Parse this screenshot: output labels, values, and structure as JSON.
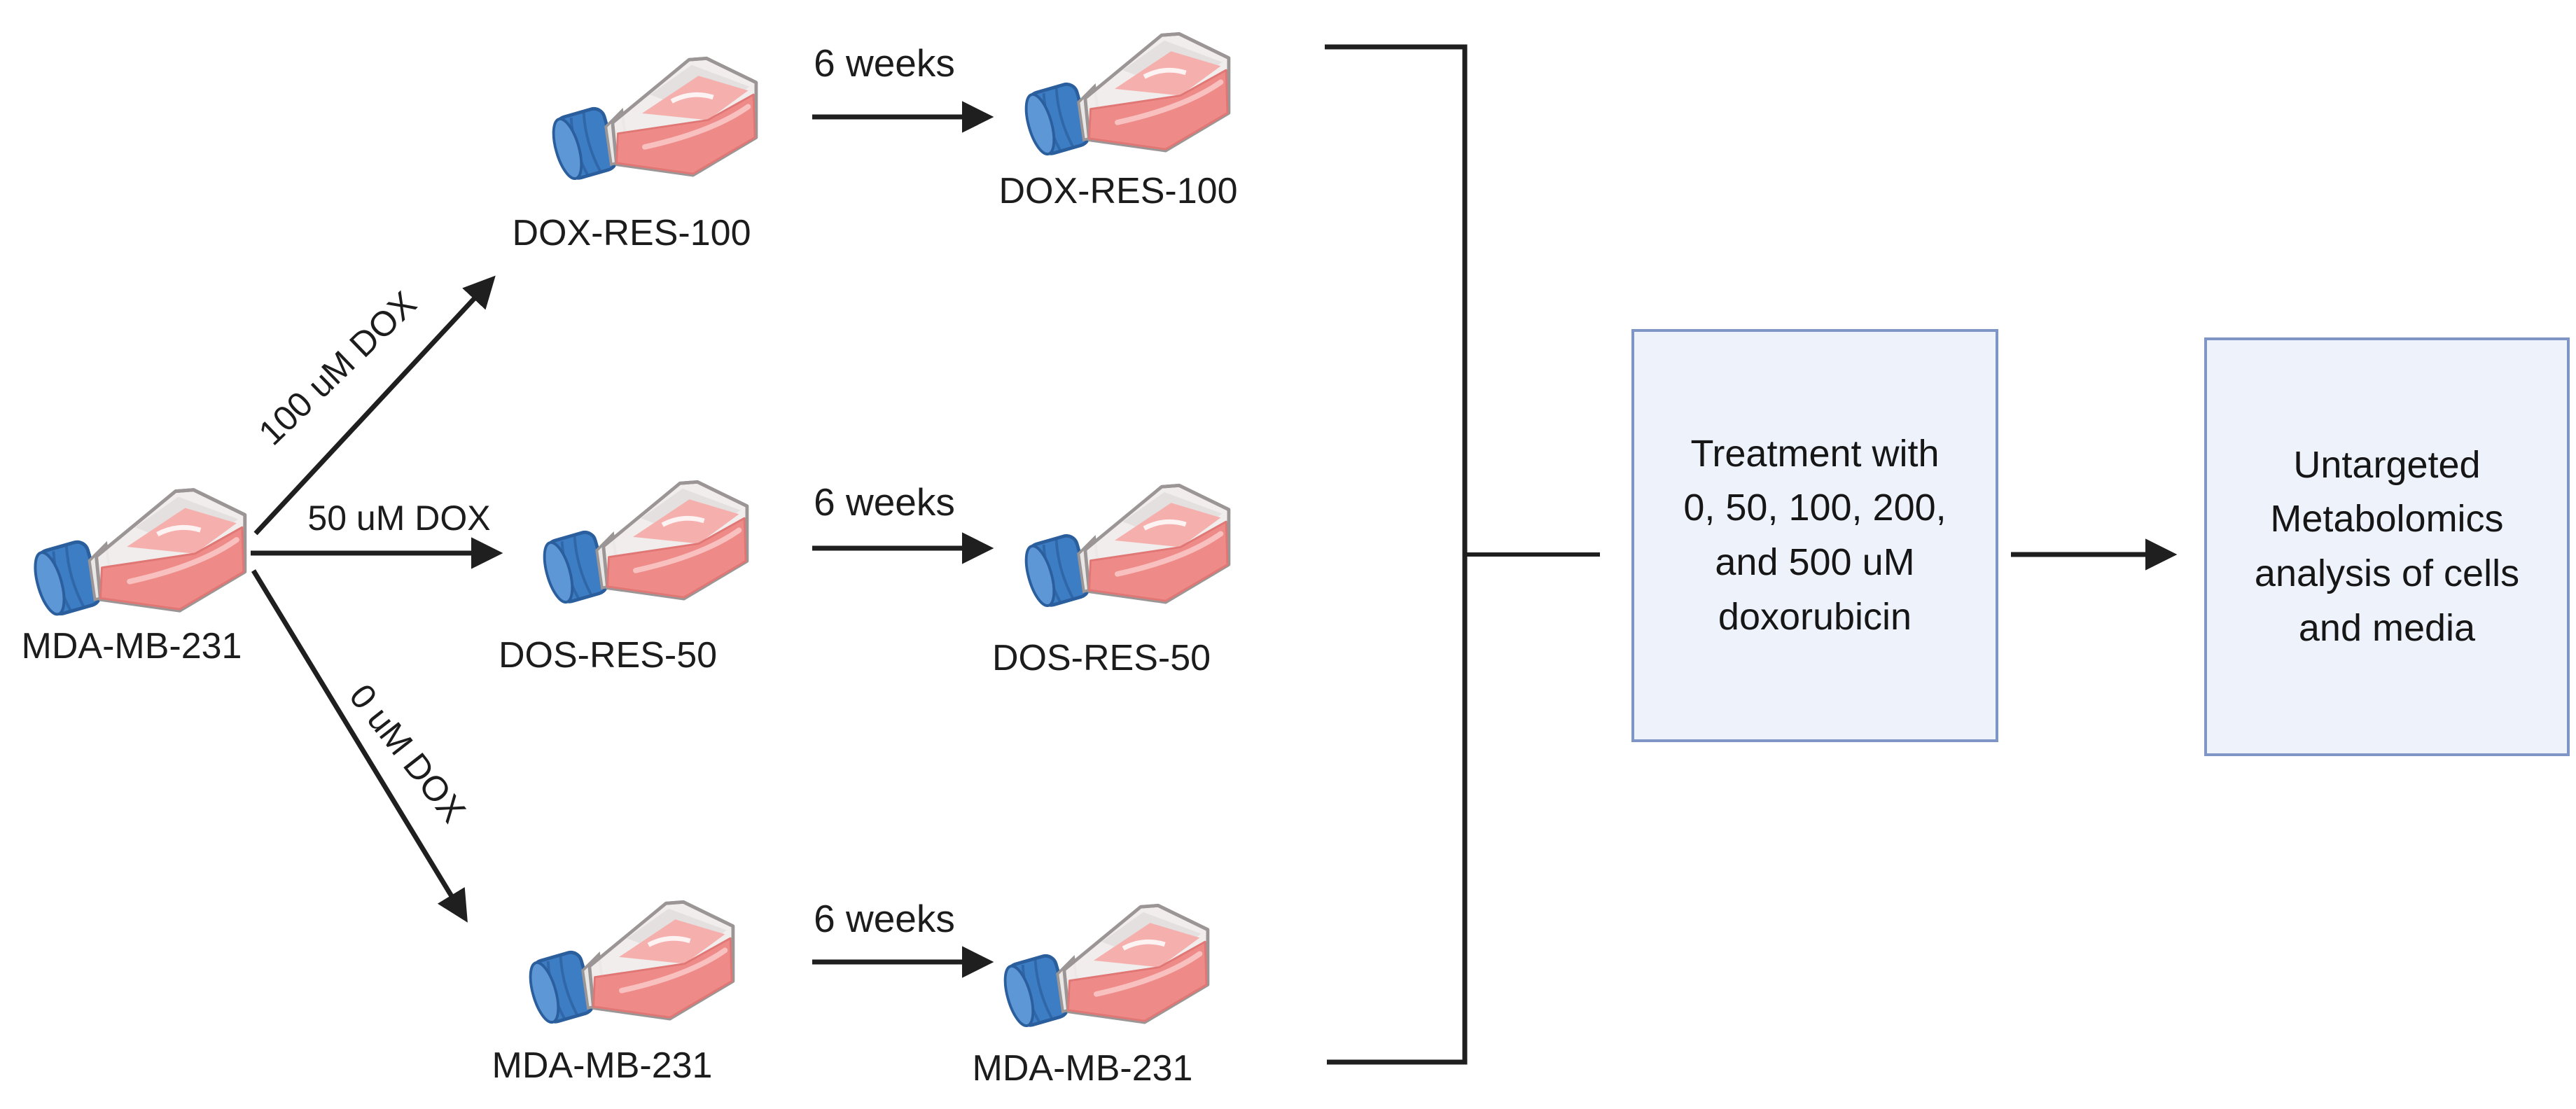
{
  "figure": {
    "source": {
      "flask_label": "MDA-MB-231"
    },
    "dose_arrows": [
      {
        "label": "100 uM DOX"
      },
      {
        "label": "50 uM DOX"
      },
      {
        "label": "0 uM DOX"
      }
    ],
    "rows": [
      {
        "flask1_label": "DOX-RES-100",
        "duration": "6 weeks",
        "flask2_label": "DOX-RES-100"
      },
      {
        "flask1_label": "DOS-RES-50",
        "duration": "6 weeks",
        "flask2_label": "DOS-RES-50"
      },
      {
        "flask1_label": "MDA-MB-231",
        "duration": "6 weeks",
        "flask2_label": "MDA-MB-231"
      }
    ],
    "treatment_box": {
      "text": "Treatment with\n0, 50, 100, 200,\nand 500 uM\ndoxorubicin"
    },
    "analysis_box": {
      "text": "Untargeted\nMetabolomics\nanalysis of cells\nand media"
    },
    "colors": {
      "background": "#ffffff",
      "line": "#1f1f1f",
      "text": "#1c1c1c",
      "box_fill": "#edf2fb",
      "box_border": "#7e95c6",
      "flask_cap_blue": "#3c7dc4",
      "flask_cap_highlight": "#5e97d6",
      "flask_media_pink": "#ee8b89",
      "flask_media_surface": "#f5b0ae",
      "flask_body_gray": "#efeceb",
      "flask_outline_gray": "#9b9695"
    }
  }
}
